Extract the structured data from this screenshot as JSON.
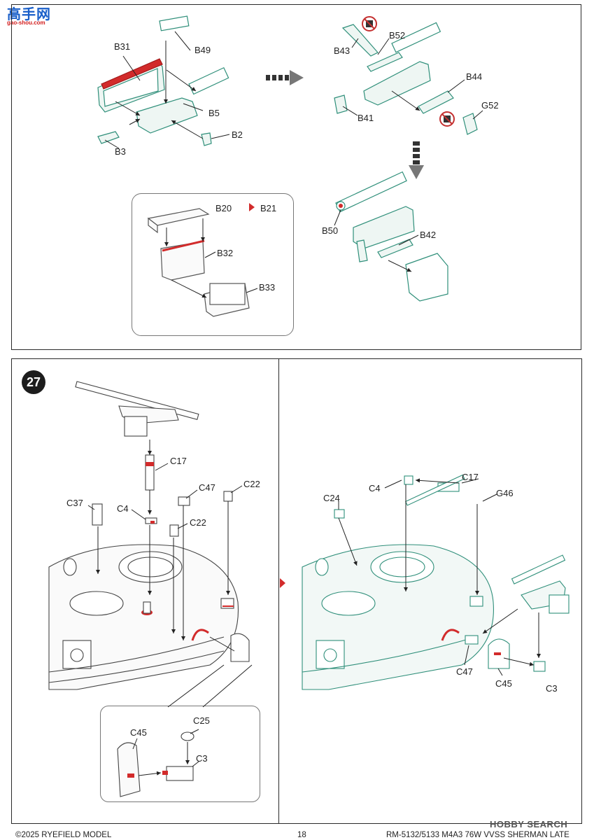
{
  "watermark": {
    "cn": "高手网",
    "url": "gao-shou.com",
    "brand": "HOBBY SEARCH"
  },
  "top_panel": {
    "labels": {
      "b31": "B31",
      "b49": "B49",
      "b5": "B5",
      "b2": "B2",
      "b3": "B3",
      "b43": "B43",
      "b52": "B52",
      "b44": "B44",
      "b41": "B41",
      "g52": "G52",
      "b50": "B50",
      "b42": "B42"
    },
    "inset": {
      "b20": "B20",
      "b21": "B21",
      "b32": "B32",
      "b33": "B33"
    }
  },
  "step27": {
    "number": "27",
    "left_labels": {
      "c17": "C17",
      "c37": "C37",
      "c4": "C4",
      "c47": "C47",
      "c22a": "C22",
      "c22b": "C22"
    },
    "left_inset": {
      "c45": "C45",
      "c25": "C25",
      "c3": "C3"
    },
    "right_labels": {
      "c4": "C4",
      "c17": "C17",
      "c24": "C24",
      "g46": "G46",
      "c47": "C47",
      "c45": "C45",
      "c3": "C3"
    }
  },
  "footer": {
    "copyright": "©2025 RYEFIELD MODEL",
    "page": "18",
    "model": "RM-5132/5133 M4A3 76W VVSS SHERMAN LATE"
  },
  "colors": {
    "part_green": "#2f8f7a",
    "highlight_red": "#d22b2b",
    "outline": "#2a2a2a"
  }
}
